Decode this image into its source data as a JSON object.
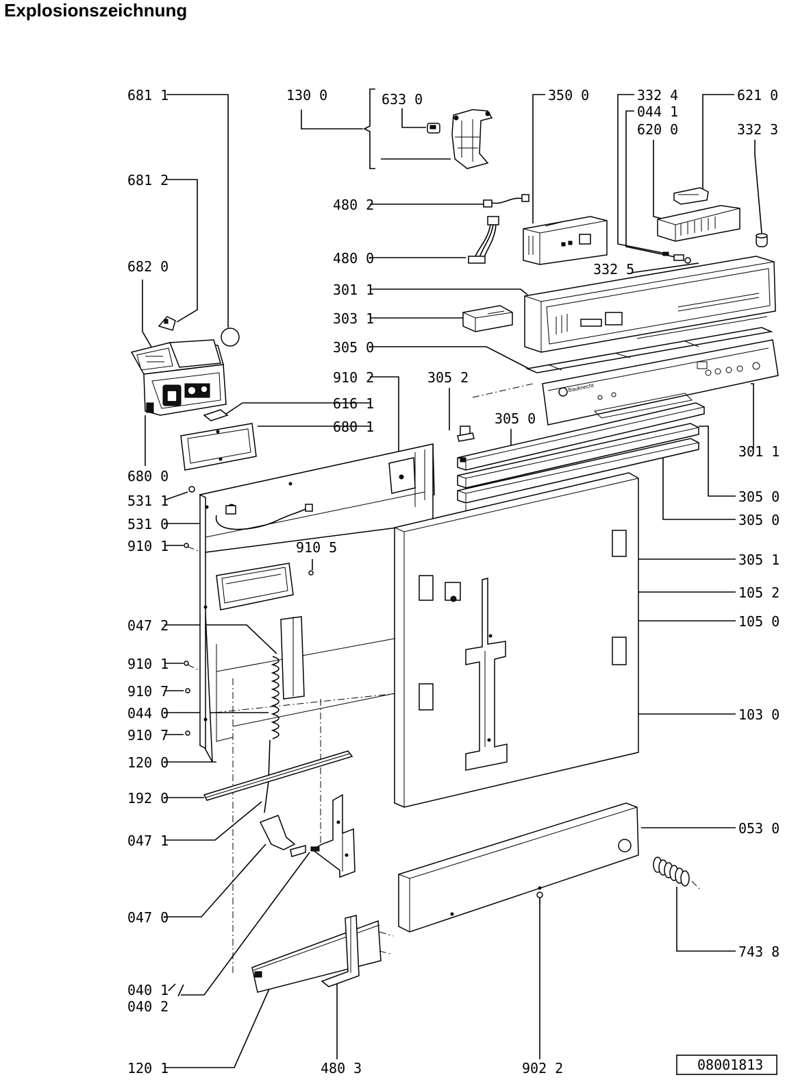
{
  "title": "Explosionszeichnung",
  "document_number": "08001813",
  "brand_on_panel": "Bauknecht",
  "labels": {
    "l6811": "681 1",
    "l1300": "130 0",
    "l6330": "633 0",
    "l3500": "350 0",
    "l3324": "332 4",
    "l0441": "044 1",
    "l6200": "620 0",
    "l6210": "621 0",
    "l3323": "332 3",
    "l6812": "681 2",
    "l4802": "480 2",
    "l4800": "480 0",
    "l6820": "682 0",
    "l3325": "332 5",
    "l3011a": "301 1",
    "l3031": "303 1",
    "l3050a": "305 0",
    "l9102": "910 2",
    "l3052": "305 2",
    "l6161": "616 1",
    "l3050b": "305 0",
    "l6801": "680 1",
    "l3011b": "301 1",
    "l6800": "680 0",
    "l5311": "531 1",
    "l3050c": "305 0",
    "l5310": "531 0",
    "l3050d": "305 0",
    "l9101a": "910 1",
    "l3051": "305 1",
    "l9105": "910 5",
    "l1052": "105 2",
    "l0472": "047 2",
    "l1050": "105 0",
    "l9101b": "910 1",
    "l9107a": "910 7",
    "l0440": "044 0",
    "l1030": "103 0",
    "l9107b": "910 7",
    "l1200": "120 0",
    "l1920": "192 0",
    "l0471": "047 1",
    "l0530": "053 0",
    "l0470": "047 0",
    "l7438": "743 8",
    "l0401": "040 1 /",
    "l0402": "040 2",
    "l1201": "120 1",
    "l4803": "480 3",
    "l9022": "902 2"
  }
}
